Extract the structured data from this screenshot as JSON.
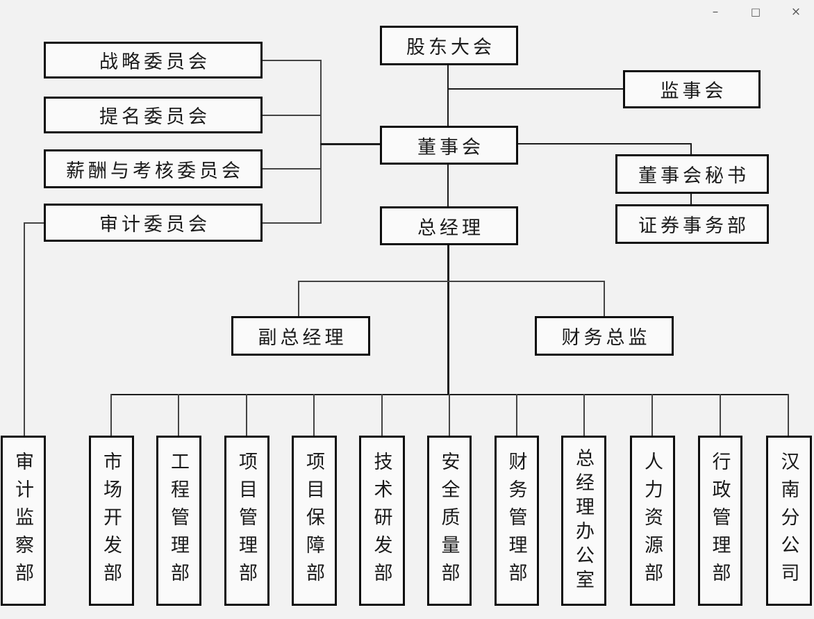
{
  "window": {
    "minimize_label": "–",
    "maximize_label": "□",
    "close_label": "×"
  },
  "colors": {
    "background": "#f2f2f2",
    "node_fill": "#fafafa",
    "node_border": "#0d0d0d",
    "connector": "#1c1c1c"
  },
  "nodes": {
    "shareholders_meeting": "股东大会",
    "supervisory_board": "监事会",
    "board_of_directors": "董事会",
    "board_secretary": "董事会秘书",
    "securities_dept": "证券事务部",
    "general_manager": "总经理",
    "deputy_general_manager": "副总经理",
    "finance_director": "财务总监",
    "committees": [
      "战略委员会",
      "提名委员会",
      "薪酬与考核委员会",
      "审计委员会"
    ],
    "departments": [
      "审计监察部",
      "市场开发部",
      "工程管理部",
      "项目管理部",
      "项目保障部",
      "技术研发部",
      "安全质量部",
      "财务管理部",
      "总经理办公室",
      "人力资源部",
      "行政管理部",
      "汉南分公司"
    ]
  },
  "edges": [
    "股东大会→董事会",
    "股东大会→监事会",
    "董事会→董事会秘书",
    "董事会秘书→证券事务部",
    "战略委员会→董事会",
    "提名委员会→董事会",
    "薪酬与考核委员会→董事会",
    "审计委员会→董事会",
    "审计委员会→审计监察部",
    "董事会→总经理",
    "总经理→副总经理",
    "总经理→财务总监",
    "总经理→市场开发部",
    "总经理→工程管理部",
    "总经理→项目管理部",
    "总经理→项目保障部",
    "总经理→技术研发部",
    "总经理→安全质量部",
    "总经理→财务管理部",
    "总经理→总经理办公室",
    "总经理→人力资源部",
    "总经理→行政管理部",
    "总经理→汉南分公司"
  ]
}
